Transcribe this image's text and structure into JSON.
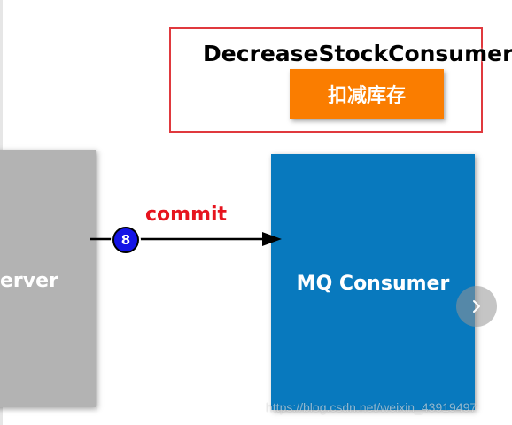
{
  "consumer_group": {
    "title": "DecreaseStockConsumer",
    "action_label": "扣减库存"
  },
  "server": {
    "label": "erver"
  },
  "mq_consumer": {
    "label": "MQ Consumer"
  },
  "edge": {
    "step_number": "8",
    "label": "commit"
  },
  "controls": {
    "next_icon": "chevron-right-icon"
  },
  "watermark": {
    "text": "https://blog.csdn.net/weixin_43919497"
  },
  "colors": {
    "frame_border": "#e0393e",
    "action_box": "#fa7d00",
    "server_box": "#b3b3b3",
    "mq_box": "#0879be",
    "commit_text": "#e6141e",
    "step_badge": "#1414e6"
  }
}
